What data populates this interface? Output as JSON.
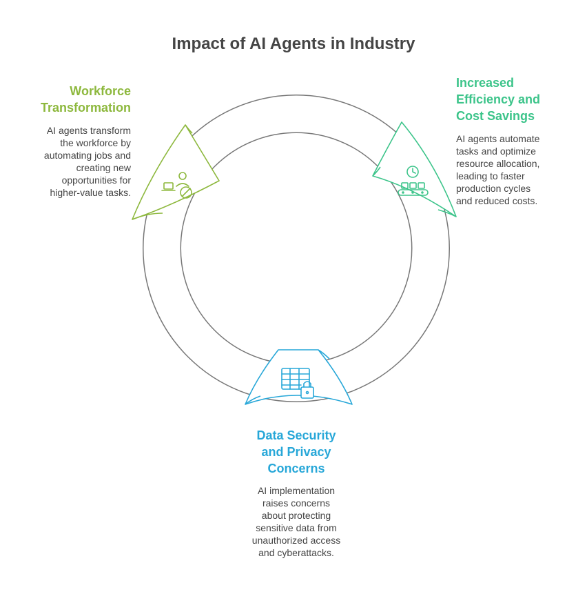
{
  "title": "Impact of AI Agents in Industry",
  "colors": {
    "workforce": "#8db83d",
    "efficiency": "#3cc48a",
    "security": "#27a7d8",
    "ring": "#777777"
  },
  "sections": {
    "workforce": {
      "title": "Workforce\nTransformation",
      "description": "AI agents transform\nthe workforce by\nautomating jobs and\ncreating new\nopportunities for\nhigher-value tasks.",
      "icon": "worker-laptop-icon"
    },
    "efficiency": {
      "title": "Increased\nEfficiency and\nCost Savings",
      "description": "AI agents automate\ntasks and optimize\nresource allocation,\nleading to faster\nproduction cycles\nand reduced costs.",
      "icon": "clock-conveyor-icon"
    },
    "security": {
      "title": "Data Security\nand Privacy\nConcerns",
      "description": "AI implementation\nraises concerns\nabout protecting\nsensitive data from\nunauthorized access\nand cyberattacks.",
      "icon": "table-lock-icon"
    }
  }
}
